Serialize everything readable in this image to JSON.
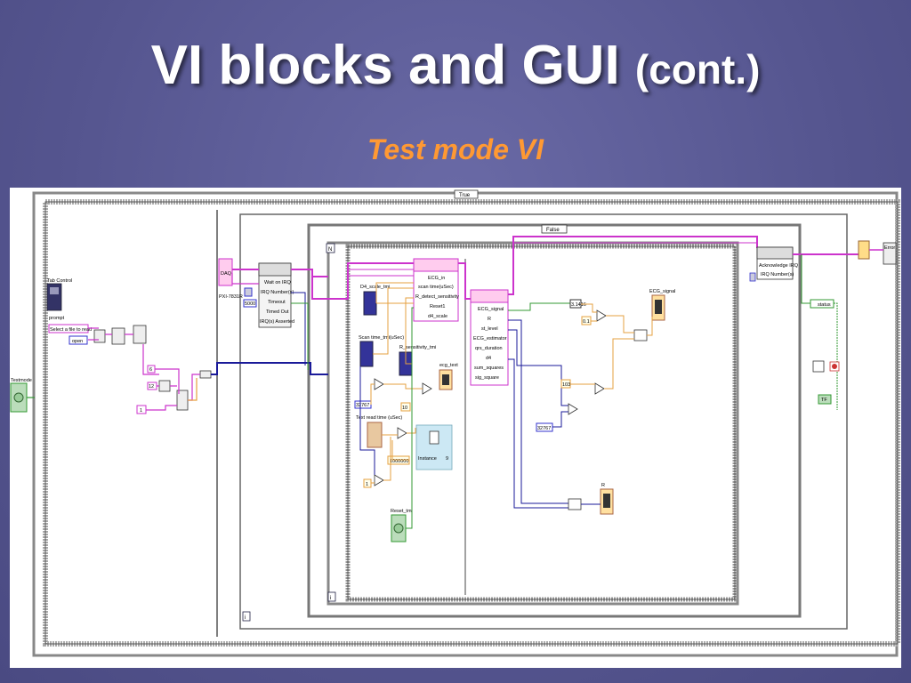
{
  "slide": {
    "title": "VI blocks and GUI",
    "title_suffix": "(cont.)",
    "subtitle": "Test mode VI"
  },
  "colors": {
    "background": "#5a5a96",
    "title": "#ffffff",
    "subtitle": "#ff9933",
    "wire_pink": "#cc33cc",
    "wire_blue": "#1a1a99",
    "wire_orange": "#e6a040",
    "wire_green": "#339933"
  },
  "diagram": {
    "case_true": "True",
    "case_false": "False",
    "loop_n": "N",
    "loop_i": "i",
    "loop_i2": "i",
    "left_panel": {
      "tab_control": "Tab Control",
      "prompt": "prompt",
      "select_file": "Select a file to read",
      "open": "open",
      "testmode": "Testmode",
      "const_6": "6",
      "const_12": "12",
      "const_1": "1"
    },
    "daq": {
      "daq_label": "DAQ",
      "pxi_label": "PXI-7831R",
      "const_5000": "5000",
      "wait_on_irq": "Wait on IRQ",
      "items": [
        "Wait on IRQ",
        "IRQ Number(s)",
        "Timeout",
        "Timed Out",
        "IRQ(s) Asserted"
      ]
    },
    "signal_node": {
      "items": [
        "ECG_in",
        "scan time(uSec)",
        "R_detect_sensitivity",
        "Reset1",
        "d4_scale"
      ]
    },
    "output_node": {
      "items": [
        "ECG_signal",
        "R",
        "st_level",
        "ECG_estimator",
        "qrs_duration",
        "d4",
        "sum_squares",
        "sig_square"
      ]
    },
    "controls": {
      "d4_scale_tmi": "D4_scale_tmi",
      "scan_time_tmi": "Scan time_tmi(uSec)",
      "r_sensitivity": "R_sensitivity_tmi",
      "const_32767": "32767",
      "text_read_time": "Text read time (uSec)",
      "const_1000000": "1000000",
      "const_10": "10",
      "const_1b": "1",
      "ecg_text": "ecg_text",
      "instance": "Instance",
      "instance_val": "9",
      "reset_tmi": "Reset_tmi"
    },
    "right_section": {
      "ecg_signal": "ECG_signal",
      "const_pi": "3.1416",
      "const_01": "0.1",
      "const_103": "103",
      "const_32767b": "32767",
      "r_indicator": "R",
      "acknowledge": "Acknowledge IRQ",
      "irq_numbers": "IRQ Number(s)",
      "status": "status",
      "error": "Error",
      "tf": "TF"
    }
  }
}
